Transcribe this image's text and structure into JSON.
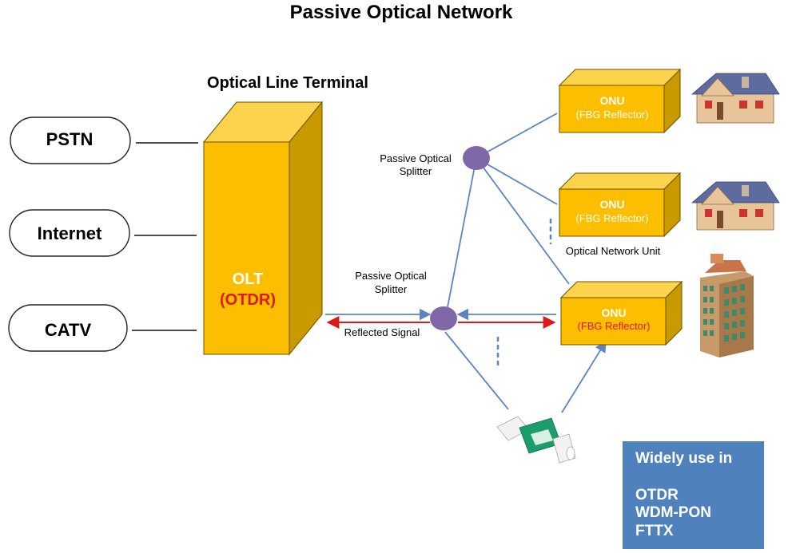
{
  "title": "Passive Optical Network",
  "olt_heading": "Optical Line Terminal",
  "sources": [
    "PSTN",
    "Internet",
    "CATV"
  ],
  "olt": {
    "label": "OLT",
    "sublabel": "(OTDR)"
  },
  "splitters": [
    {
      "line1": "Passive Optical",
      "line2": "Splitter"
    },
    {
      "line1": "Passive Optical",
      "line2": "Splitter"
    }
  ],
  "onus": [
    {
      "label": "ONU",
      "sublabel": "(FBG Reflector)"
    },
    {
      "label": "ONU",
      "sublabel": "(FBG Reflector)"
    },
    {
      "label": "ONU",
      "sublabel": "(FBG Reflector)"
    }
  ],
  "onu_caption": "Optical Network Unit",
  "reflected_signal": "Reflected Signal",
  "info_box": {
    "heading": "Widely use in",
    "items": [
      "OTDR",
      "WDM-PON",
      "FTTX"
    ]
  },
  "colors": {
    "olt_front": "#fbbf00",
    "olt_side": "#c99a00",
    "olt_top": "#fcd34d",
    "fiber": "#5b84c4",
    "splitter": "#8068a8",
    "signal": "#e01818",
    "info_box": "#4f81bd"
  }
}
